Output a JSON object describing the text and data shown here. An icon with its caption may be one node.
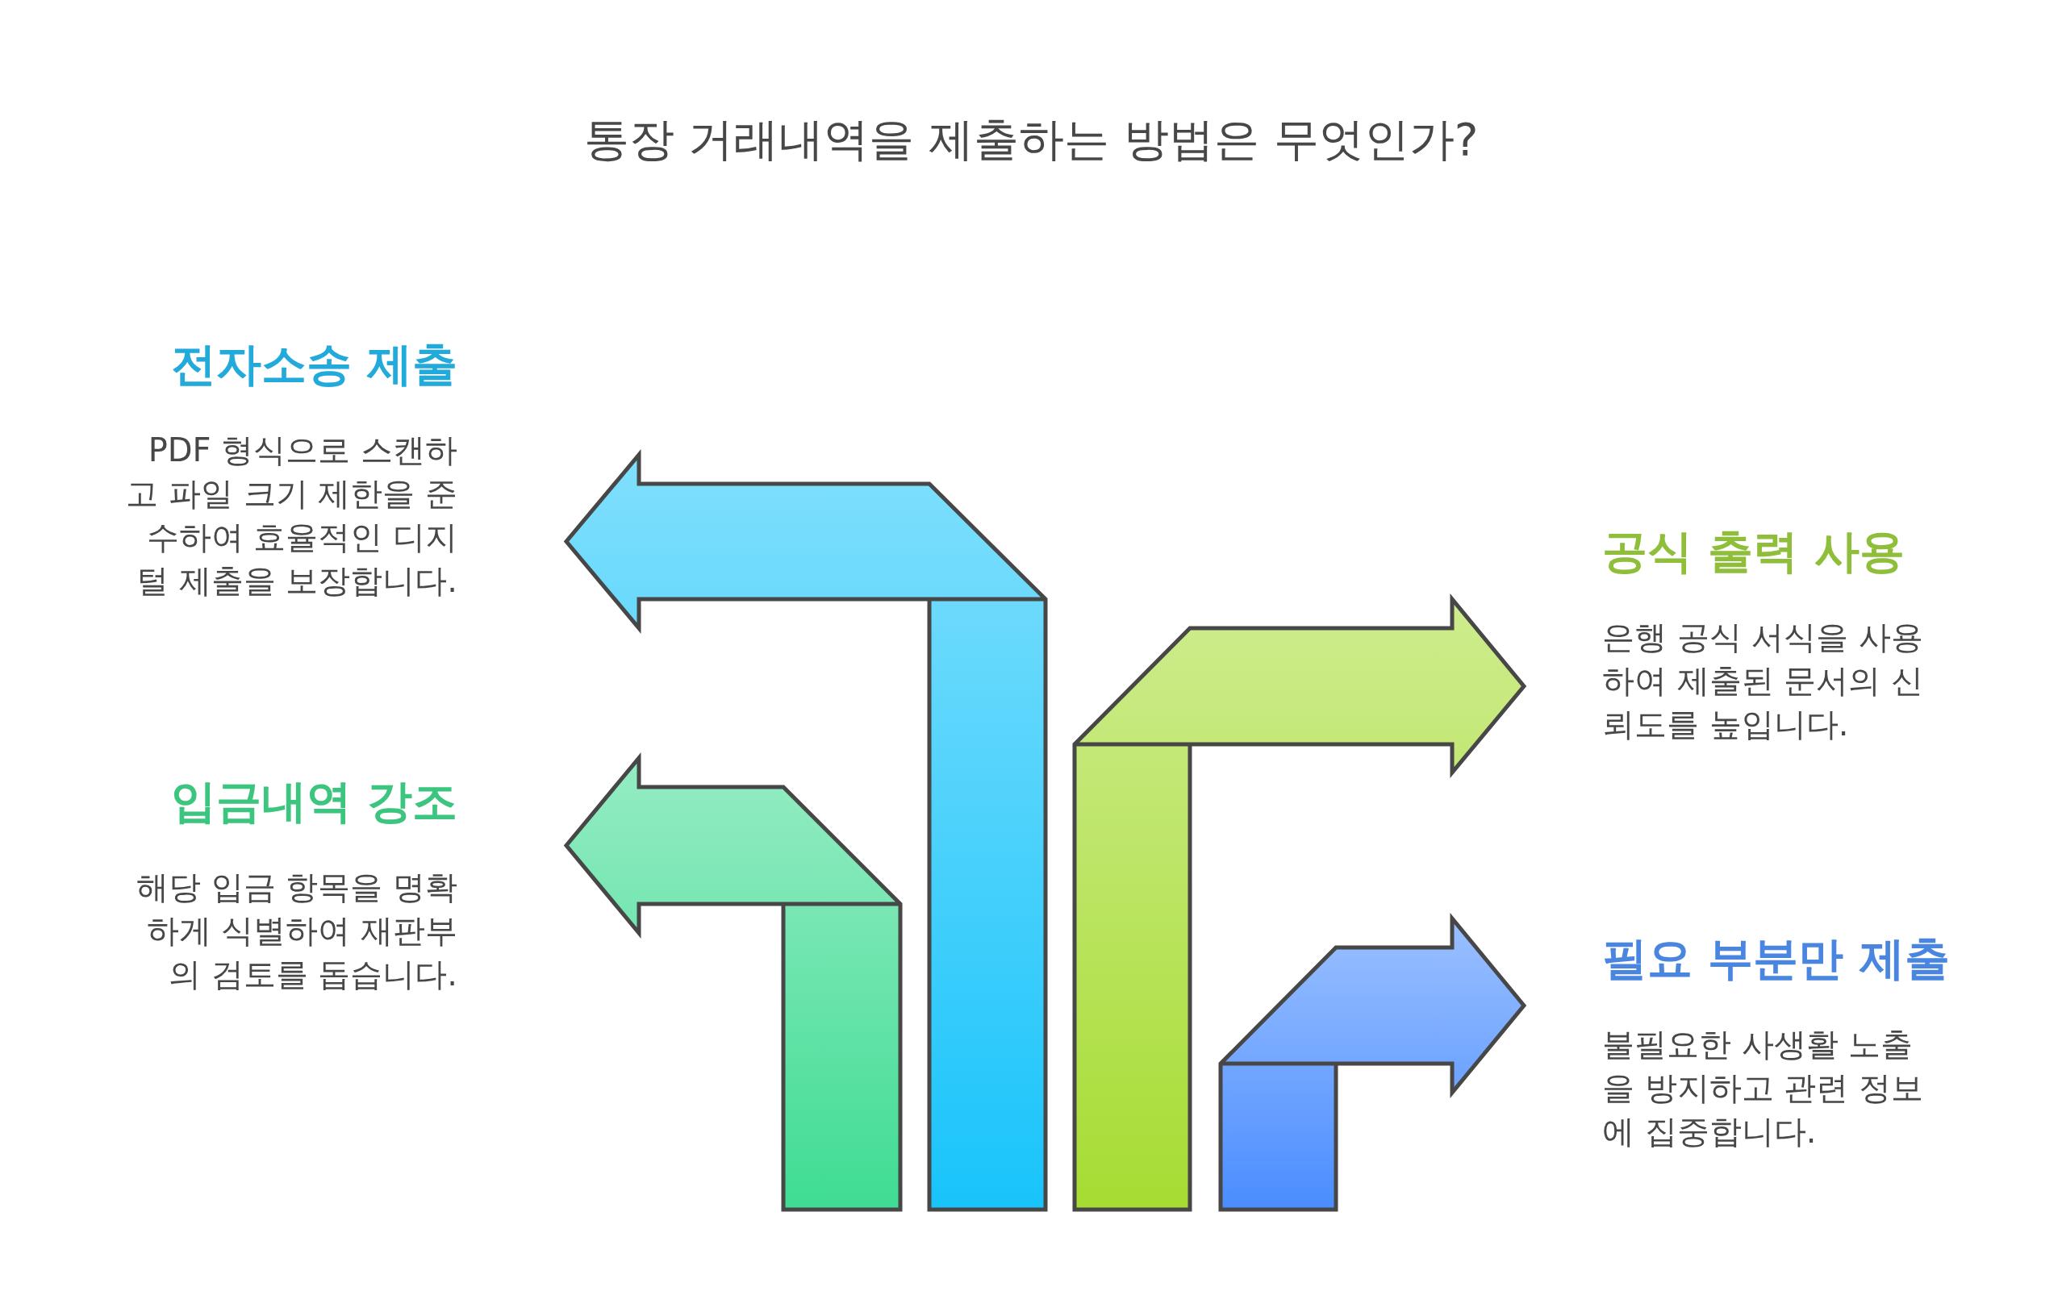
{
  "diagram": {
    "title": "통장 거래내역을 제출하는 방법은 무엇인가?",
    "nodes": [
      {
        "text": [
          "전자소송 제출",
          "PDF 형식으로 스캔하고 파일 크기 제한을 준수하여 효율적인 디지털 제출을 보장합니다."
        ]
      },
      {
        "text": [
          "공식 출력 사용",
          "은행 공식 서식을 사용하여 제출된 문서의 신뢰도를 높입니다."
        ]
      },
      {
        "text": [
          "입금내역 강조",
          "해당 입금 항목을 명확하게 식별하여 재판부의 검토를 돕습니다."
        ]
      },
      {
        "text": [
          "필요 부분만 제출",
          "불필요한 사생활 노출을 방지하고 관련 정보에 집중합니다."
        ]
      }
    ]
  }
}
